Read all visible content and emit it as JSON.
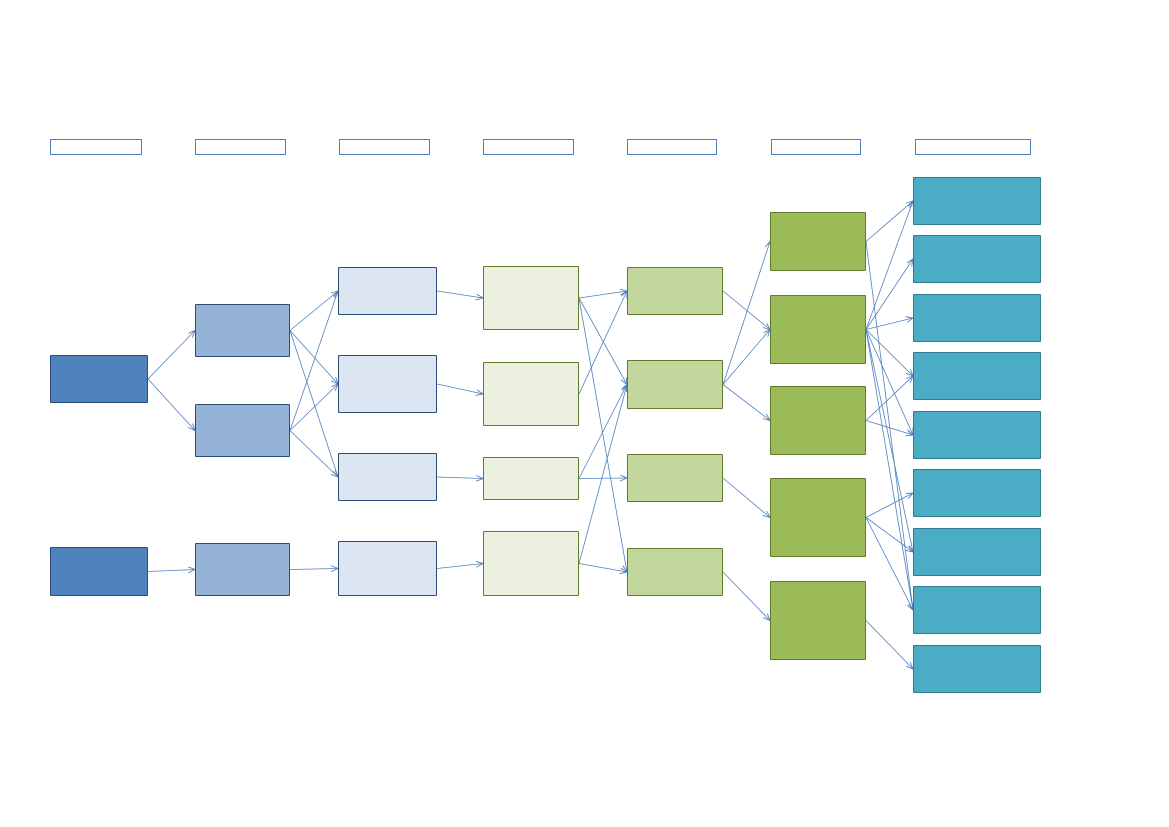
{
  "colors": {
    "level_0": "#4f81bd",
    "level_1": "#95b3d7",
    "level_2": "#dce6f2",
    "level_3": "#ebf1de",
    "level_4": "#c3d69b",
    "level_5": "#9bbb59",
    "level_6": "#4bacc6",
    "connector": "#4f81bd"
  },
  "columns": [
    {
      "header": "",
      "nodes": [
        {
          "id": "a1",
          "label": ""
        },
        {
          "id": "a2",
          "label": ""
        }
      ]
    },
    {
      "header": "",
      "nodes": [
        {
          "id": "b1",
          "label": ""
        },
        {
          "id": "b2",
          "label": ""
        },
        {
          "id": "b3",
          "label": ""
        }
      ]
    },
    {
      "header": "",
      "nodes": [
        {
          "id": "c1",
          "label": ""
        },
        {
          "id": "c2",
          "label": ""
        },
        {
          "id": "c3",
          "label": ""
        },
        {
          "id": "c4",
          "label": ""
        }
      ]
    },
    {
      "header": "",
      "nodes": [
        {
          "id": "d1",
          "label": ""
        },
        {
          "id": "d2",
          "label": ""
        },
        {
          "id": "d3",
          "label": ""
        },
        {
          "id": "d4",
          "label": ""
        }
      ]
    },
    {
      "header": "",
      "nodes": [
        {
          "id": "e1",
          "label": ""
        },
        {
          "id": "e2",
          "label": ""
        },
        {
          "id": "e3",
          "label": ""
        },
        {
          "id": "e4",
          "label": ""
        }
      ]
    },
    {
      "header": "",
      "nodes": [
        {
          "id": "f1",
          "label": ""
        },
        {
          "id": "f2",
          "label": ""
        },
        {
          "id": "f3",
          "label": ""
        },
        {
          "id": "f4",
          "label": ""
        },
        {
          "id": "f5",
          "label": ""
        }
      ]
    },
    {
      "header": "",
      "nodes": [
        {
          "id": "g1",
          "label": ""
        },
        {
          "id": "g2",
          "label": ""
        },
        {
          "id": "g3",
          "label": ""
        },
        {
          "id": "g4",
          "label": ""
        },
        {
          "id": "g5",
          "label": ""
        },
        {
          "id": "g6",
          "label": ""
        },
        {
          "id": "g7",
          "label": ""
        },
        {
          "id": "g8",
          "label": ""
        },
        {
          "id": "g9",
          "label": ""
        }
      ]
    }
  ],
  "edges": [
    [
      "a1",
      "b1"
    ],
    [
      "a1",
      "b2"
    ],
    [
      "a2",
      "b3"
    ],
    [
      "b1",
      "c1"
    ],
    [
      "b1",
      "c2"
    ],
    [
      "b1",
      "c3"
    ],
    [
      "b2",
      "c1"
    ],
    [
      "b2",
      "c2"
    ],
    [
      "b2",
      "c3"
    ],
    [
      "b3",
      "c4"
    ],
    [
      "c1",
      "d1"
    ],
    [
      "c2",
      "d2"
    ],
    [
      "c3",
      "d3"
    ],
    [
      "c4",
      "d4"
    ],
    [
      "d1",
      "e1"
    ],
    [
      "d1",
      "e2"
    ],
    [
      "d1",
      "e4"
    ],
    [
      "d2",
      "e1"
    ],
    [
      "d3",
      "e2"
    ],
    [
      "d3",
      "e3"
    ],
    [
      "d4",
      "e2"
    ],
    [
      "d4",
      "e4"
    ],
    [
      "e1",
      "f2"
    ],
    [
      "e2",
      "f1"
    ],
    [
      "e2",
      "f2"
    ],
    [
      "e2",
      "f3"
    ],
    [
      "e3",
      "f4"
    ],
    [
      "e4",
      "f5"
    ],
    [
      "f1",
      "g1"
    ],
    [
      "f1",
      "g8"
    ],
    [
      "f2",
      "g1"
    ],
    [
      "f2",
      "g2"
    ],
    [
      "f2",
      "g3"
    ],
    [
      "f2",
      "g4"
    ],
    [
      "f2",
      "g5"
    ],
    [
      "f2",
      "g7"
    ],
    [
      "f2",
      "g8"
    ],
    [
      "f3",
      "g4"
    ],
    [
      "f3",
      "g5"
    ],
    [
      "f4",
      "g6"
    ],
    [
      "f4",
      "g7"
    ],
    [
      "f4",
      "g8"
    ],
    [
      "f5",
      "g9"
    ]
  ]
}
